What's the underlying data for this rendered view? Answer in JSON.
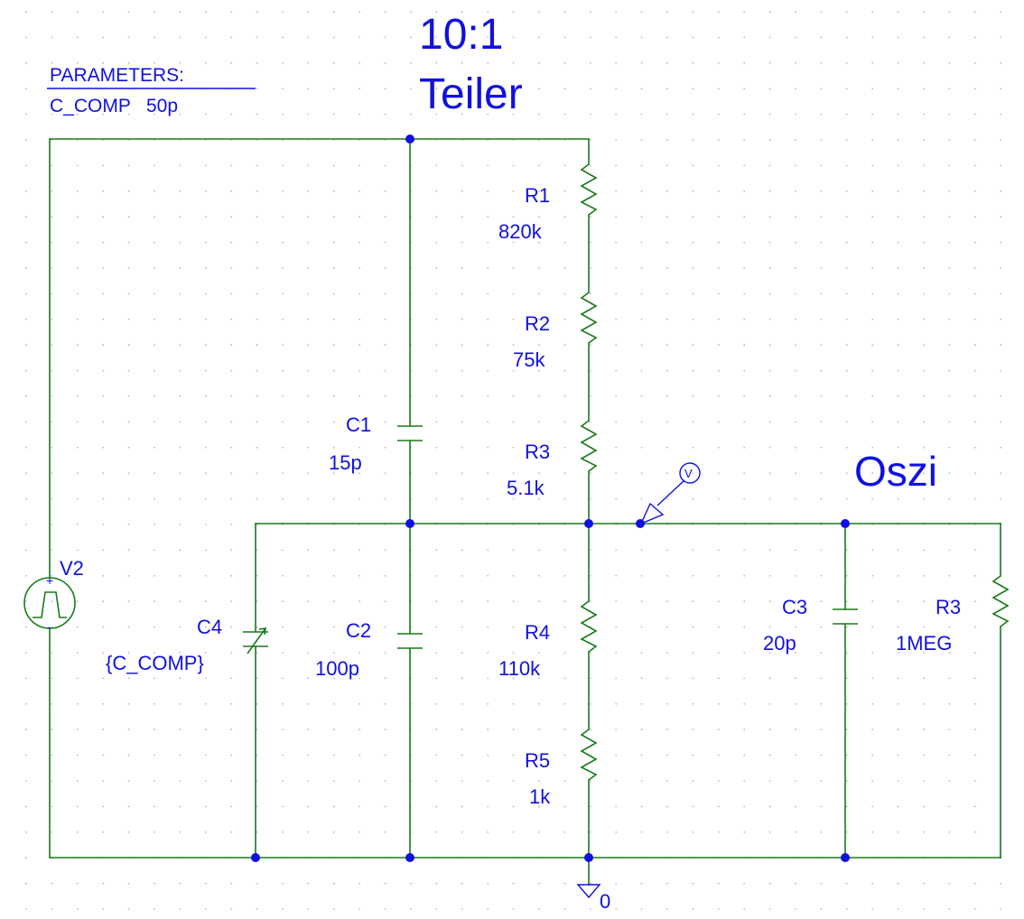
{
  "title": {
    "line1": "10:1",
    "line2": "Teiler"
  },
  "oszi_label": "Oszi",
  "parameters": {
    "header": "PARAMETERS:",
    "entry": "C_COMP   50p"
  },
  "components": {
    "R1": {
      "ref": "R1",
      "value": "820k"
    },
    "R2": {
      "ref": "R2",
      "value": "75k"
    },
    "R3_top": {
      "ref": "R3",
      "value": "5.1k"
    },
    "R4": {
      "ref": "R4",
      "value": "110k"
    },
    "R5": {
      "ref": "R5",
      "value": "1k"
    },
    "C1": {
      "ref": "C1",
      "value": "15p"
    },
    "C2": {
      "ref": "C2",
      "value": "100p"
    },
    "C3": {
      "ref": "C3",
      "value": "20p"
    },
    "C4": {
      "ref": "C4",
      "value": "{C_COMP}"
    },
    "R3_oszi": {
      "ref": "R3",
      "value": "1MEG"
    },
    "V2": {
      "ref": "V2",
      "plus": "+",
      "minus": "-"
    }
  },
  "probe_label": "V",
  "ground_label": "0",
  "colors": {
    "wire": "#1a7a1a",
    "text": "#1010e0",
    "grid": "#b8b8b8"
  }
}
